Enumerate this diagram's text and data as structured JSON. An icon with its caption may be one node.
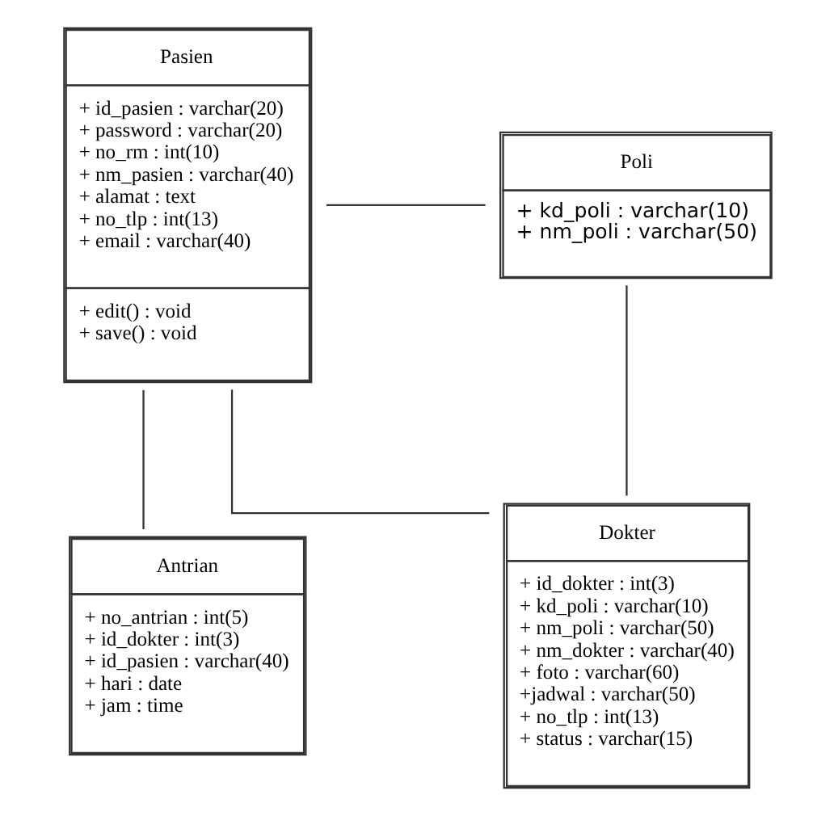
{
  "diagram": {
    "nodes": [
      {
        "text": [
          "Pasien",
          "+ id_pasien : varchar(20)",
          "+ password : varchar(20)",
          "+ no_rm : int(10)",
          "+ nm_pasien : varchar(40)",
          "+ alamat : text",
          "+ no_tlp : int(13)",
          "+ email : varchar(40)",
          "+ edit() : void",
          "+ save() : void"
        ]
      },
      {
        "text": [
          "Poli",
          "+ kd_poli : varchar(10)",
          "+ nm_poli : varchar(50)"
        ]
      },
      {
        "text": [
          "Dokter",
          "+ id_dokter : int(3)",
          "+ kd_poli : varchar(10)",
          "+ nm_poli : varchar(50)",
          "+ nm_dokter : varchar(40)",
          "+ foto : varchar(60)",
          "+jadwal : varchar(50)",
          "+ no_tlp : int(13)",
          "+ status : varchar(15)"
        ]
      },
      {
        "text": [
          "Antrian",
          "+ no_antrian : int(5)",
          "+ id_dokter : int(3)",
          "+ id_pasien : varchar(40)",
          "+ hari : date",
          "+ jam : time"
        ]
      }
    ],
    "edges": [
      {
        "from": 0,
        "to": 1,
        "arrow": "none"
      },
      {
        "from": 1,
        "to": 2,
        "arrow": "none"
      },
      {
        "from": 0,
        "to": 2,
        "arrow": "none"
      },
      {
        "from": 0,
        "to": 3,
        "arrow": "none"
      }
    ]
  }
}
